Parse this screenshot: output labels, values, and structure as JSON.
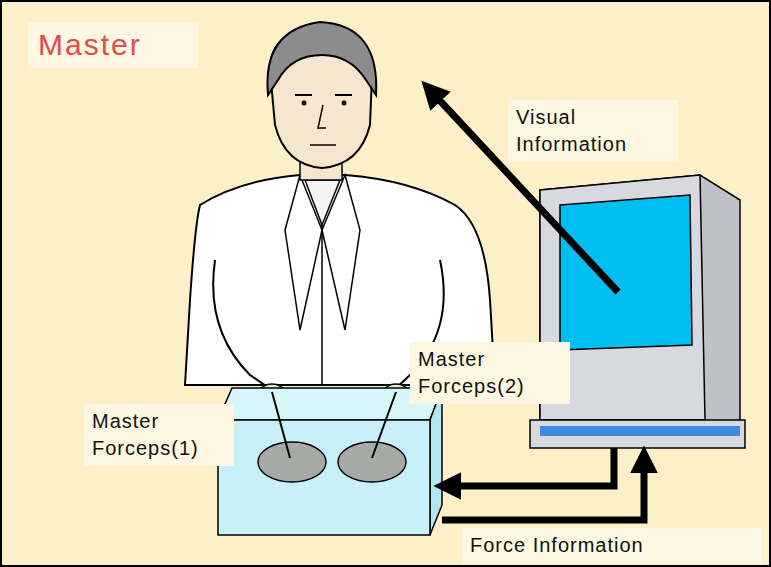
{
  "diagram": {
    "title": "Master",
    "labels": [
      "Visual Information",
      "Master Forceps(2)",
      "Master Forceps(1)",
      "Force Information"
    ]
  }
}
